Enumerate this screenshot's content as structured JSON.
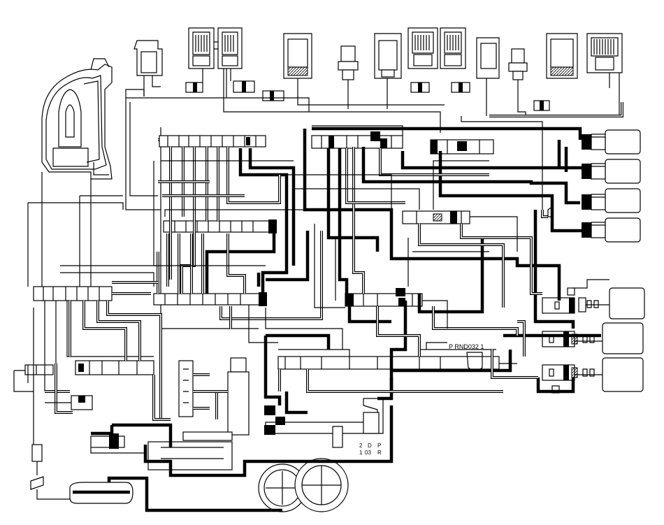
{
  "diagram": {
    "selector_positions_label": "P  RND032 1",
    "manual_valve_labels": {
      "col1": [
        "2",
        "1"
      ],
      "col2": [
        "D",
        "03"
      ],
      "col3": [
        "P",
        "R"
      ]
    }
  }
}
